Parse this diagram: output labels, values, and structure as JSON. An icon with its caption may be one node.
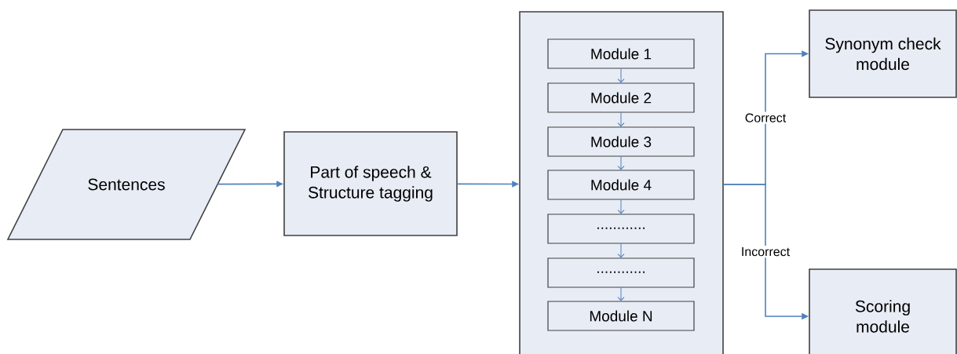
{
  "diagram": {
    "nodes": [
      {
        "text": [
          "Sentences"
        ]
      },
      {
        "text": [
          "Part of speech & Structure tagging"
        ]
      },
      {
        "text": [],
        "shape": "box"
      },
      {
        "text": [
          "Module 1"
        ],
        "in": 2
      },
      {
        "text": [
          "Module 2"
        ],
        "in": 2
      },
      {
        "text": [
          "Module 3"
        ],
        "in": 2
      },
      {
        "text": [
          "Module 4"
        ],
        "in": 2
      },
      {
        "text": [
          "............"
        ],
        "in": 2
      },
      {
        "text": [
          "............"
        ],
        "in": 2
      },
      {
        "text": [
          "Module N"
        ],
        "in": 2
      },
      {
        "text": [
          "Synonym check module"
        ]
      },
      {
        "text": [
          "Scoring module"
        ]
      }
    ],
    "edges": [
      {
        "from": 0,
        "to": 1,
        "arrow": "to"
      },
      {
        "from": 1,
        "to": 2,
        "arrow": "to"
      },
      {
        "from": 3,
        "to": 4,
        "arrow": "to"
      },
      {
        "from": 4,
        "to": 5,
        "arrow": "to"
      },
      {
        "from": 5,
        "to": 6,
        "arrow": "to"
      },
      {
        "from": 6,
        "to": 7,
        "arrow": "to"
      },
      {
        "from": 7,
        "to": 8,
        "arrow": "to"
      },
      {
        "from": 8,
        "to": 9,
        "arrow": "to"
      },
      {
        "from": 2,
        "to": 10,
        "arrow": "to",
        "label": "Correct"
      },
      {
        "from": 2,
        "to": 11,
        "arrow": "to",
        "label": "Incorrect"
      }
    ]
  }
}
